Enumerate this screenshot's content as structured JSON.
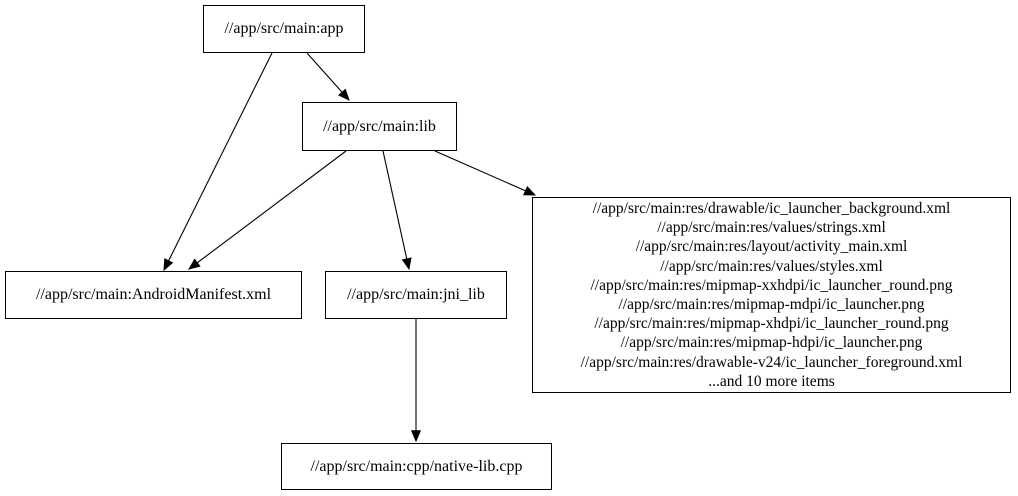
{
  "diagram": {
    "type": "dependency-graph",
    "nodes": {
      "app": {
        "label": "//app/src/main:app"
      },
      "lib": {
        "label": "//app/src/main:lib"
      },
      "manifest": {
        "label": "//app/src/main:AndroidManifest.xml"
      },
      "jni_lib": {
        "label": "//app/src/main:jni_lib"
      },
      "native_lib": {
        "label": "//app/src/main:cpp/native-lib.cpp"
      },
      "resources": {
        "lines": [
          "//app/src/main:res/drawable/ic_launcher_background.xml",
          "//app/src/main:res/values/strings.xml",
          "//app/src/main:res/layout/activity_main.xml",
          "//app/src/main:res/values/styles.xml",
          "//app/src/main:res/mipmap-xxhdpi/ic_launcher_round.png",
          "//app/src/main:res/mipmap-mdpi/ic_launcher.png",
          "//app/src/main:res/mipmap-xhdpi/ic_launcher_round.png",
          "//app/src/main:res/mipmap-hdpi/ic_launcher.png",
          "//app/src/main:res/drawable-v24/ic_launcher_foreground.xml",
          "...and 10 more items"
        ]
      }
    },
    "edges": [
      {
        "from": "app",
        "to": "manifest"
      },
      {
        "from": "app",
        "to": "lib"
      },
      {
        "from": "lib",
        "to": "manifest"
      },
      {
        "from": "lib",
        "to": "jni_lib"
      },
      {
        "from": "lib",
        "to": "resources"
      },
      {
        "from": "jni_lib",
        "to": "native_lib"
      }
    ],
    "colors": {
      "background": "#ffffff",
      "node_border": "#000000",
      "edge": "#000000",
      "text": "#000000"
    }
  }
}
